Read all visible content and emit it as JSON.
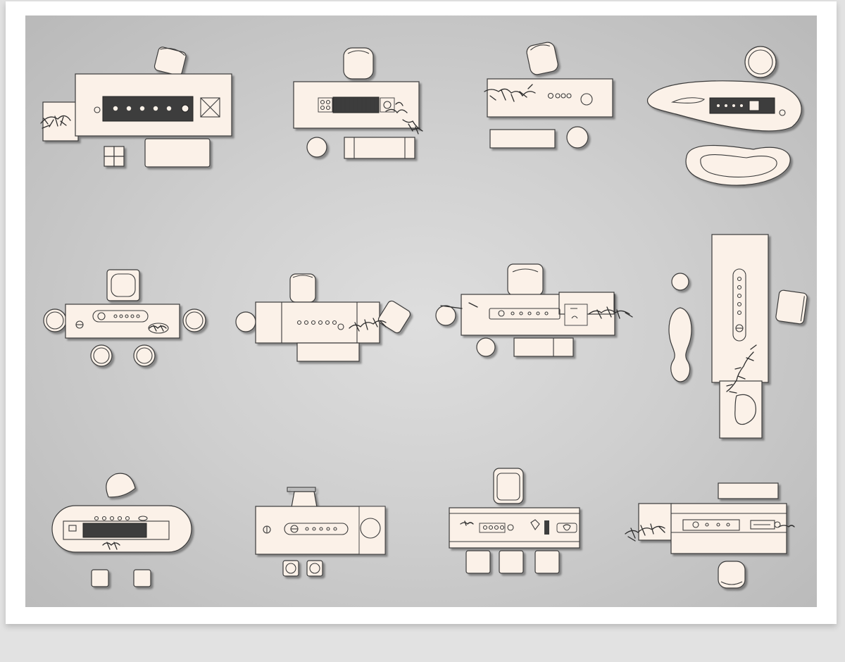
{
  "title": "",
  "layouts": [
    {
      "id": "1",
      "row": 1,
      "col": 1,
      "shape": "rectangle-desk",
      "cabinet": "dark"
    },
    {
      "id": "2",
      "row": 1,
      "col": 2,
      "shape": "rectangle-desk",
      "cabinet": "dark"
    },
    {
      "id": "3",
      "row": 1,
      "col": 3,
      "shape": "rectangle-desk",
      "cabinet": "light"
    },
    {
      "id": "4",
      "row": 1,
      "col": 4,
      "shape": "organic-desk",
      "cabinet": "dark"
    },
    {
      "id": "5",
      "row": 2,
      "col": 1,
      "shape": "rectangle-desk",
      "cabinet": "light"
    },
    {
      "id": "6",
      "row": 2,
      "col": 2,
      "shape": "rectangle-desk",
      "cabinet": "light"
    },
    {
      "id": "7",
      "row": 2,
      "col": 3,
      "shape": "rectangle-desk",
      "cabinet": "light"
    },
    {
      "id": "8",
      "row": 2,
      "col": 4,
      "shape": "long-vertical-desk",
      "cabinet": "light"
    },
    {
      "id": "9",
      "row": 3,
      "col": 1,
      "shape": "oval-desk",
      "cabinet": "dark"
    },
    {
      "id": "10",
      "row": 3,
      "col": 2,
      "shape": "rectangle-desk",
      "cabinet": "light"
    },
    {
      "id": "11",
      "row": 3,
      "col": 3,
      "shape": "rectangle-desk",
      "cabinet": "light"
    },
    {
      "id": "12",
      "row": 3,
      "col": 4,
      "shape": "rectangle-desk",
      "cabinet": "light"
    }
  ],
  "colors": {
    "furniture_fill": "#fbf1e8",
    "outline": "#3a3a3a",
    "dark_panel": "#3d3d3d",
    "board_background": "#cfcfcf",
    "frame": "#ffffff"
  }
}
